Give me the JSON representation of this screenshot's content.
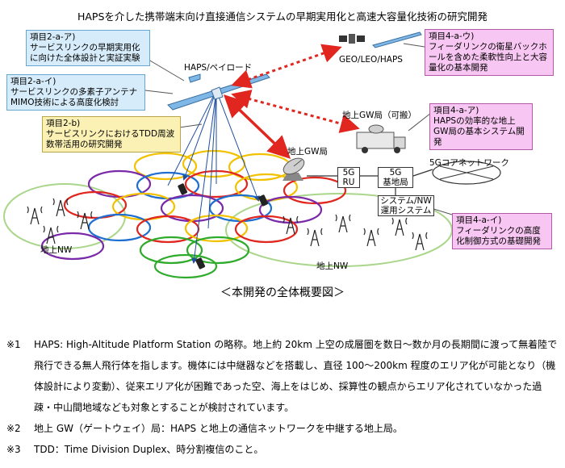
{
  "title": "HAPSを介した携帯端末向け直接通信システムの早期実用化と高速大容量化技術の研究開発",
  "callouts": {
    "c2a_a": {
      "id": "項目2-a-ア)",
      "text": "サービスリンクの早期実用化に向けた全体設計と実証実験"
    },
    "c2a_i": {
      "id": "項目2-a-イ)",
      "text": "サービスリンクの多素子アンテナMIMO技術による高度化検討"
    },
    "c2b": {
      "id": "項目2-b)",
      "text": "サービスリンクにおけるTDD周波数帯活用の研究開発"
    },
    "c4a_u": {
      "id": "項目4-a-ウ)",
      "text": "フィーダリンクの衛星バックホールを含めた柔軟性向上と大容量化の基本開発"
    },
    "c4a_a": {
      "id": "項目4-a-ア)",
      "text": "HAPSの効率的な地上GW局の基本システム開発"
    },
    "c4a_i": {
      "id": "項目4-a-イ)",
      "text": "フィーダリンクの高度化制御方式の基礎開発"
    }
  },
  "labels": {
    "haps_payload": "HAPS/ペイロード",
    "geo_leo_haps": "GEO/LEO/HAPS",
    "ground_gw_portable": "地上GW局（可搬）",
    "ground_gw": "地上GW局",
    "core_network": "5Gコアネットワーク",
    "ground_nw_left": "地上NW",
    "ground_nw_right": "地上NW"
  },
  "boxes": {
    "ru": "5G\nRU",
    "base_station": "5G\n基地局",
    "ops_system": "システム/NW\n運用システム"
  },
  "caption": "＜本開発の全体概要図＞",
  "notes": [
    {
      "mark": "※1",
      "text": "HAPS: High-Altitude Platform Station の略称。地上約 20km 上空の成層圏を数日～数か月の長期間に渡って無着陸で飛行できる無人飛行体を指します。機体には中継器などを搭載し、直径 100～200km 程度のエリア化が可能となり（機体設計により変動）、従来エリア化が困難であった空、海上をはじめ、採算性の観点からエリア化されていなかった過疎・中山間地域なども対象とすることが検討されています。"
    },
    {
      "mark": "※2",
      "text": "地上 GW（ゲートウェイ）局：HAPS と地上の通信ネットワークを中継する地上局。"
    },
    {
      "mark": "※3",
      "text": "TDD：Time Division Duplex、時分割複信のこと。"
    }
  ],
  "colors": {
    "blue_callout": "#d6ecfa",
    "yellow_callout": "#fbf1b4",
    "pink_callout": "#f7c6f2",
    "link_red": "#e0261e",
    "cell_colors": [
      "#f2c200",
      "#e0261e",
      "#7a2aa8",
      "#2eab2a",
      "#1f6fd0",
      "#8fce6a"
    ]
  }
}
